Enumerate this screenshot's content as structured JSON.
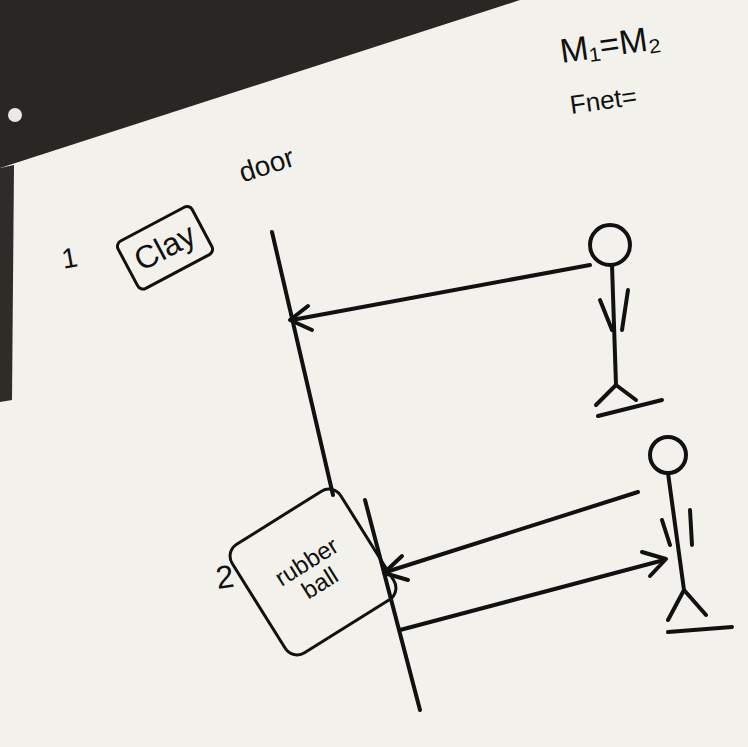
{
  "diagram": {
    "nodes": [
      {
        "text": [
          "Clay"
        ]
      },
      {
        "text": [
          "rubber ball"
        ]
      }
    ],
    "labels": [
      "M₁=M₂",
      "Fnet=",
      "1",
      "door",
      "2"
    ]
  }
}
